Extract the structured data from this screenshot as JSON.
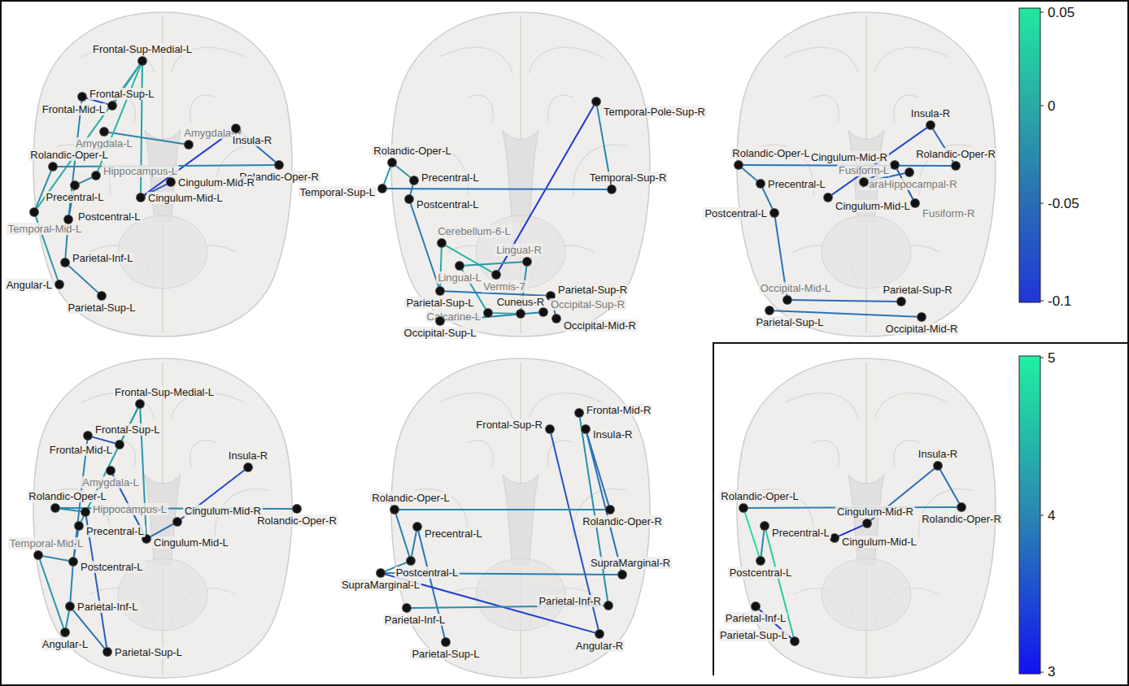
{
  "diagram": {
    "nodes": [
      {
        "text": [
          "Frontal-Sup-Medial-L"
        ]
      },
      {
        "text": [
          "Frontal-Sup-L"
        ]
      },
      {
        "text": [
          "Frontal-Mid-L"
        ]
      },
      {
        "text": [
          "Amygdala-L"
        ]
      },
      {
        "text": [
          "Amygdala-R"
        ]
      },
      {
        "text": [
          "Insula-R"
        ]
      },
      {
        "text": [
          "Rolandic-Oper-R"
        ]
      },
      {
        "text": [
          "Rolandic-Oper-L"
        ]
      },
      {
        "text": [
          "Hippocampus-L"
        ]
      },
      {
        "text": [
          "Precentral-L"
        ]
      },
      {
        "text": [
          "Cingulum-Mid-L"
        ]
      },
      {
        "text": [
          "Cingulum-Mid-R"
        ]
      },
      {
        "text": [
          "Temporal-Mid-L"
        ]
      },
      {
        "text": [
          "Postcentral-L"
        ]
      },
      {
        "text": [
          "Parietal-Inf-L"
        ]
      },
      {
        "text": [
          "Angular-L"
        ]
      },
      {
        "text": [
          "Parietal-Sup-L"
        ]
      },
      {
        "text": [
          "Temporal-Pole-Sup-R"
        ]
      },
      {
        "text": [
          "Rolandic-Oper-L"
        ]
      },
      {
        "text": [
          "Temporal-Sup-L"
        ]
      },
      {
        "text": [
          "Precentral-L"
        ]
      },
      {
        "text": [
          "Postcentral-L"
        ]
      },
      {
        "text": [
          "Temporal-Sup-R"
        ]
      },
      {
        "text": [
          "Cerebellum-6-L"
        ]
      },
      {
        "text": [
          "Lingual-R"
        ]
      },
      {
        "text": [
          "Lingual-L"
        ]
      },
      {
        "text": [
          "Vermis-7"
        ]
      },
      {
        "text": [
          "Parietal-Sup-L"
        ]
      },
      {
        "text": [
          "Parietal-Sup-R"
        ]
      },
      {
        "text": [
          "Calcarine-L"
        ]
      },
      {
        "text": [
          "Cuneus-R"
        ]
      },
      {
        "text": [
          "Occipital-Sup-R"
        ]
      },
      {
        "text": [
          "Occipital-Mid-R"
        ]
      },
      {
        "text": [
          "Occipital-Sup-L"
        ]
      },
      {
        "text": [
          "Insula-R"
        ]
      },
      {
        "text": [
          "Rolandic-Oper-L"
        ]
      },
      {
        "text": [
          "Cingulum-Mid-R"
        ]
      },
      {
        "text": [
          "Rolandic-Oper-R"
        ]
      },
      {
        "text": [
          "ParaHippocampal-R"
        ]
      },
      {
        "text": [
          "Precentral-L"
        ]
      },
      {
        "text": [
          "Cingulum-Mid-L"
        ]
      },
      {
        "text": [
          "Fusiform-L"
        ]
      },
      {
        "text": [
          "Fusiform-R"
        ]
      },
      {
        "text": [
          "Postcentral-L"
        ]
      },
      {
        "text": [
          "Occipital-Mid-L"
        ]
      },
      {
        "text": [
          "Parietal-Sup-L"
        ]
      },
      {
        "text": [
          "Parietal-Sup-R"
        ]
      },
      {
        "text": [
          "Occipital-Mid-R"
        ]
      },
      {
        "text": [
          "Frontal-Sup-Medial-L"
        ]
      },
      {
        "text": [
          "Frontal-Sup-L"
        ]
      },
      {
        "text": [
          "Frontal-Mid-L"
        ]
      },
      {
        "text": [
          "Amygdala-L"
        ]
      },
      {
        "text": [
          "Insula-R"
        ]
      },
      {
        "text": [
          "Rolandic-Oper-L"
        ]
      },
      {
        "text": [
          "Hippocampus-L"
        ]
      },
      {
        "text": [
          "Rolandic-Oper-R"
        ]
      },
      {
        "text": [
          "Cingulum-Mid-R"
        ]
      },
      {
        "text": [
          "Cingulum-Mid-L"
        ]
      },
      {
        "text": [
          "Precentral-L"
        ]
      },
      {
        "text": [
          "Temporal-Mid-L"
        ]
      },
      {
        "text": [
          "Postcentral-L"
        ]
      },
      {
        "text": [
          "Parietal-Inf-L"
        ]
      },
      {
        "text": [
          "Angular-L"
        ]
      },
      {
        "text": [
          "Parietal-Sup-L"
        ]
      },
      {
        "text": [
          "Frontal-Sup-R"
        ]
      },
      {
        "text": [
          "Frontal-Mid-R"
        ]
      },
      {
        "text": [
          "Insula-R"
        ]
      },
      {
        "text": [
          "Rolandic-Oper-L"
        ]
      },
      {
        "text": [
          "Rolandic-Oper-R"
        ]
      },
      {
        "text": [
          "Precentral-L"
        ]
      },
      {
        "text": [
          "Postcentral-L"
        ]
      },
      {
        "text": [
          "SupraMarginal-L"
        ]
      },
      {
        "text": [
          "SupraMarginal-R"
        ]
      },
      {
        "text": [
          "Parietal-Inf-R"
        ]
      },
      {
        "text": [
          "Parietal-Inf-L"
        ]
      },
      {
        "text": [
          "Parietal-Sup-L"
        ]
      },
      {
        "text": [
          "Angular-R"
        ]
      },
      {
        "text": [
          "Insula-R"
        ]
      },
      {
        "text": [
          "Rolandic-Oper-L"
        ]
      },
      {
        "text": [
          "Rolandic-Oper-R"
        ]
      },
      {
        "text": [
          "Cingulum-Mid-R"
        ]
      },
      {
        "text": [
          "Cingulum-Mid-L"
        ]
      },
      {
        "text": [
          "Precentral-L"
        ]
      },
      {
        "text": [
          "Postcentral-L"
        ]
      },
      {
        "text": [
          "Parietal-Inf-L"
        ]
      },
      {
        "text": [
          "Parietal-Sup-L"
        ]
      }
    ],
    "edges": [
      {
        "from": 0,
        "to": 2,
        "arrow": "none"
      },
      {
        "from": 0,
        "to": 12,
        "arrow": "none"
      },
      {
        "from": 0,
        "to": 10,
        "arrow": "none"
      },
      {
        "from": 1,
        "to": 2,
        "arrow": "none"
      },
      {
        "from": 1,
        "to": 13,
        "arrow": "none"
      },
      {
        "from": 3,
        "to": 4,
        "arrow": "none"
      },
      {
        "from": 5,
        "to": 10,
        "arrow": "none"
      },
      {
        "from": 5,
        "to": 6,
        "arrow": "none"
      },
      {
        "from": 7,
        "to": 6,
        "arrow": "none"
      },
      {
        "from": 10,
        "to": 11,
        "arrow": "none"
      },
      {
        "from": 7,
        "to": 12,
        "arrow": "none"
      },
      {
        "from": 8,
        "to": 9,
        "arrow": "none"
      },
      {
        "from": 9,
        "to": 13,
        "arrow": "none"
      },
      {
        "from": 12,
        "to": 15,
        "arrow": "none"
      },
      {
        "from": 13,
        "to": 14,
        "arrow": "none"
      },
      {
        "from": 14,
        "to": 16,
        "arrow": "none"
      },
      {
        "from": 0,
        "to": 8,
        "arrow": "none"
      },
      {
        "from": 17,
        "to": 22,
        "arrow": "none"
      },
      {
        "from": 17,
        "to": 26,
        "arrow": "none"
      },
      {
        "from": 18,
        "to": 19,
        "arrow": "none"
      },
      {
        "from": 18,
        "to": 20,
        "arrow": "none"
      },
      {
        "from": 19,
        "to": 22,
        "arrow": "none"
      },
      {
        "from": 20,
        "to": 21,
        "arrow": "none"
      },
      {
        "from": 21,
        "to": 27,
        "arrow": "none"
      },
      {
        "from": 23,
        "to": 26,
        "arrow": "none"
      },
      {
        "from": 23,
        "to": 27,
        "arrow": "none"
      },
      {
        "from": 25,
        "to": 24,
        "arrow": "none"
      },
      {
        "from": 25,
        "to": 29,
        "arrow": "none"
      },
      {
        "from": 24,
        "to": 30,
        "arrow": "none"
      },
      {
        "from": 27,
        "to": 28,
        "arrow": "none"
      },
      {
        "from": 28,
        "to": 32,
        "arrow": "none"
      },
      {
        "from": 33,
        "to": 31,
        "arrow": "none"
      },
      {
        "from": 29,
        "to": 30,
        "arrow": "none"
      },
      {
        "from": 34,
        "to": 40,
        "arrow": "none"
      },
      {
        "from": 34,
        "to": 37,
        "arrow": "none"
      },
      {
        "from": 35,
        "to": 37,
        "arrow": "none"
      },
      {
        "from": 35,
        "to": 39,
        "arrow": "none"
      },
      {
        "from": 36,
        "to": 41,
        "arrow": "none"
      },
      {
        "from": 36,
        "to": 42,
        "arrow": "none"
      },
      {
        "from": 38,
        "to": 41,
        "arrow": "none"
      },
      {
        "from": 39,
        "to": 43,
        "arrow": "none"
      },
      {
        "from": 43,
        "to": 44,
        "arrow": "none"
      },
      {
        "from": 44,
        "to": 46,
        "arrow": "none"
      },
      {
        "from": 45,
        "to": 47,
        "arrow": "none"
      },
      {
        "from": 48,
        "to": 50,
        "arrow": "none"
      },
      {
        "from": 48,
        "to": 58,
        "arrow": "none"
      },
      {
        "from": 48,
        "to": 57,
        "arrow": "none"
      },
      {
        "from": 49,
        "to": 50,
        "arrow": "none"
      },
      {
        "from": 49,
        "to": 60,
        "arrow": "none"
      },
      {
        "from": 51,
        "to": 57,
        "arrow": "none"
      },
      {
        "from": 52,
        "to": 56,
        "arrow": "none"
      },
      {
        "from": 56,
        "to": 57,
        "arrow": "none"
      },
      {
        "from": 53,
        "to": 55,
        "arrow": "none"
      },
      {
        "from": 53,
        "to": 54,
        "arrow": "none"
      },
      {
        "from": 54,
        "to": 63,
        "arrow": "none"
      },
      {
        "from": 58,
        "to": 60,
        "arrow": "none"
      },
      {
        "from": 59,
        "to": 60,
        "arrow": "none"
      },
      {
        "from": 59,
        "to": 62,
        "arrow": "none"
      },
      {
        "from": 60,
        "to": 61,
        "arrow": "none"
      },
      {
        "from": 61,
        "to": 62,
        "arrow": "none"
      },
      {
        "from": 61,
        "to": 63,
        "arrow": "none"
      },
      {
        "from": 64,
        "to": 76,
        "arrow": "none"
      },
      {
        "from": 65,
        "to": 73,
        "arrow": "none"
      },
      {
        "from": 66,
        "to": 68,
        "arrow": "none"
      },
      {
        "from": 66,
        "to": 72,
        "arrow": "none"
      },
      {
        "from": 67,
        "to": 68,
        "arrow": "none"
      },
      {
        "from": 67,
        "to": 70,
        "arrow": "none"
      },
      {
        "from": 69,
        "to": 70,
        "arrow": "none"
      },
      {
        "from": 69,
        "to": 75,
        "arrow": "none"
      },
      {
        "from": 71,
        "to": 72,
        "arrow": "none"
      },
      {
        "from": 71,
        "to": 76,
        "arrow": "none"
      },
      {
        "from": 74,
        "to": 73,
        "arrow": "none"
      },
      {
        "from": 70,
        "to": 71,
        "arrow": "none"
      },
      {
        "from": 77,
        "to": 80,
        "arrow": "none"
      },
      {
        "from": 77,
        "to": 79,
        "arrow": "none"
      },
      {
        "from": 78,
        "to": 79,
        "arrow": "none"
      },
      {
        "from": 78,
        "to": 83,
        "arrow": "none"
      },
      {
        "from": 82,
        "to": 83,
        "arrow": "none"
      },
      {
        "from": 82,
        "to": 85,
        "arrow": "none"
      },
      {
        "from": 80,
        "to": 81,
        "arrow": "none"
      },
      {
        "from": 84,
        "to": 85,
        "arrow": "none"
      }
    ],
    "labels": [
      "0.05",
      "0",
      "-0.05",
      "-0.1",
      "5",
      "4",
      "3"
    ]
  }
}
